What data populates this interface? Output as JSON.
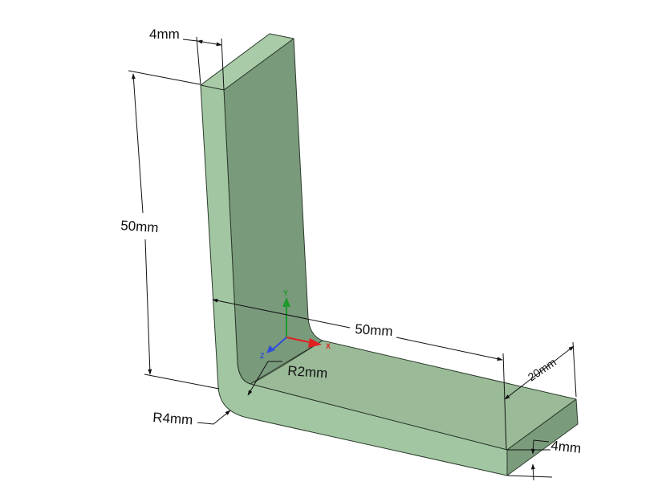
{
  "diagram": {
    "dimensions": {
      "top_thickness": "4mm",
      "height": "50mm",
      "length": "50mm",
      "width": "20mm",
      "bottom_thickness": "4mm",
      "inner_radius": "R2mm",
      "outer_radius": "R4mm"
    },
    "axes": {
      "y": "Y",
      "x": "X",
      "z": "Z"
    },
    "colors": {
      "face_front": "#a2c6a2",
      "face_vertical_inner": "#7a9a7c",
      "face_bottom_top": "#9bbb98",
      "face_top": "#a9cba8",
      "face_end": "#7b9c7c",
      "axis_x": "#e02020",
      "axis_y": "#1c9a2a",
      "axis_z": "#2f4fd6"
    }
  }
}
